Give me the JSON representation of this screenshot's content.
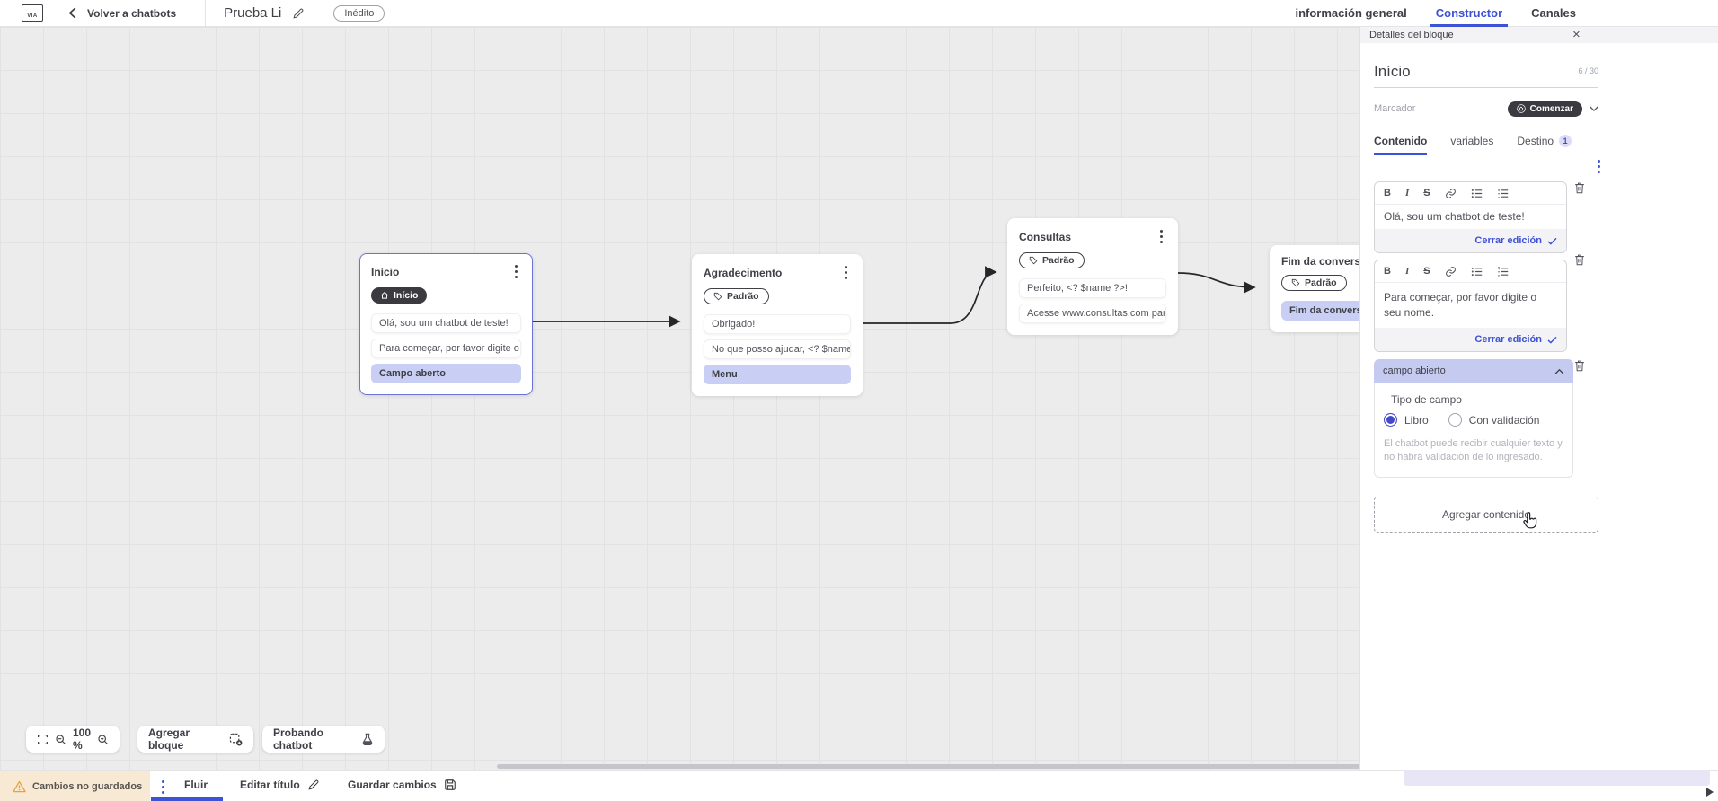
{
  "header": {
    "logo_text": "VIA",
    "back_label": "Volver a chatbots",
    "chatbot_title": "Prueba Li",
    "status_badge": "Inédito",
    "nav_tabs": [
      {
        "label": "información general"
      },
      {
        "label": "Constructor"
      },
      {
        "label": "Canales"
      }
    ]
  },
  "canvas": {
    "zoom_level": "100 %",
    "add_block_label": "Agregar bloque",
    "test_chatbot_label": "Probando chatbot",
    "nodes": [
      {
        "title": "Início",
        "badge": "Início",
        "rows": [
          "Olá, sou um chatbot de teste!",
          "Para começar, por favor digite o ...",
          "Campo aberto"
        ]
      },
      {
        "title": "Agradecimento",
        "badge": "Padrão",
        "rows": [
          "Obrigado!",
          "No que posso ajudar, <? $name ...",
          "Menu"
        ]
      },
      {
        "title": "Consultas",
        "badge": "Padrão",
        "rows": [
          "Perfeito, <? $name ?>!",
          "Acesse www.consultas.com par..."
        ]
      },
      {
        "title": "Fim da conversa",
        "badge": "Padrão",
        "rows": [
          "Fim da conversa"
        ]
      }
    ]
  },
  "panel": {
    "header_title": "Detalles del bloque",
    "block_name": "Início",
    "char_counter": "6 / 30",
    "marker_label": "Marcador",
    "marker_value": "Comenzar",
    "tabs": [
      {
        "label": "Contenido"
      },
      {
        "label": "variables"
      },
      {
        "label": "Destino",
        "badge": "1"
      }
    ],
    "editor_toolbar": {
      "bold": "B",
      "italic": "I",
      "strike": "S"
    },
    "editors": [
      {
        "text": "Olá, sou um chatbot de teste!",
        "close_label": "Cerrar edición"
      },
      {
        "text": "Para começar, por favor digite o seu nome.",
        "close_label": "Cerrar edición"
      }
    ],
    "open_field": {
      "header": "campo abierto",
      "type_label": "Tipo de campo",
      "option_free": "Libro",
      "option_validated": "Con validación",
      "help_text": "El chatbot puede recibir cualquier texto y no habrá validación de lo ingresado."
    },
    "add_content_label": "Agregar contenido"
  },
  "bottom_bar": {
    "unsaved_label": "Cambios no guardados",
    "flow_tab_label": "Fluir",
    "edit_title_label": "Editar título",
    "save_label": "Guardar cambios"
  },
  "colors": {
    "accent_blue": "#3d52d5",
    "highlight_lavender": "#c9cef5",
    "dark_pill": "#3a3a40",
    "warning_bg": "#f8e9d4",
    "warning_icon": "#e8a33d",
    "canvas_bg": "#ececec"
  }
}
